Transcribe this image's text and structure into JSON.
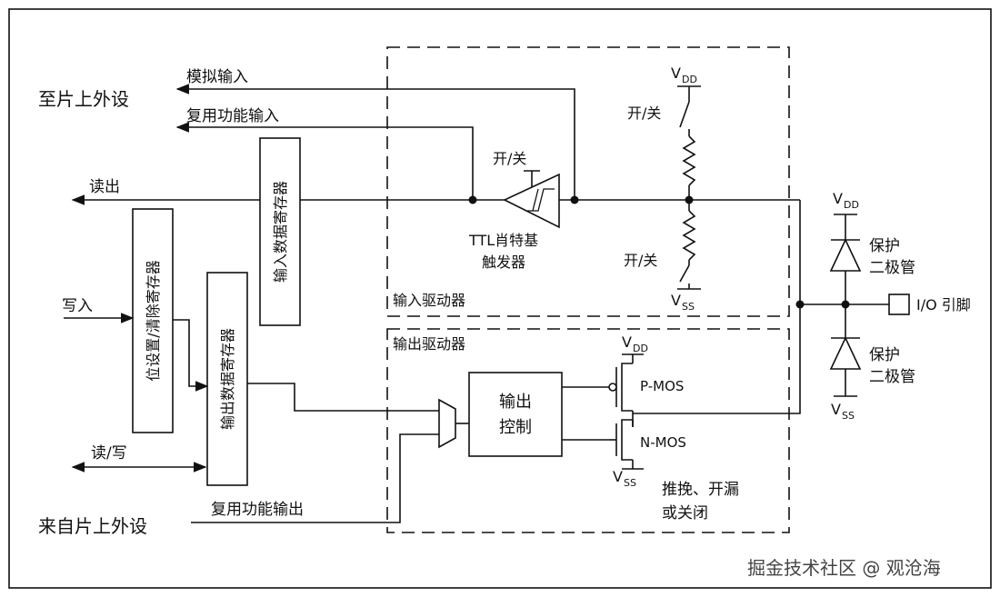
{
  "labels": {
    "to_peripheral": "至片上外设",
    "analog_input": "模拟输入",
    "alt_func_input": "复用功能输入",
    "read_out": "读出",
    "write_in": "写入",
    "read_write": "读/写",
    "from_peripheral": "来自片上外设",
    "alt_func_output": "复用功能输出",
    "input_data_register": "输入数据寄存器",
    "bit_set_reset_register": "位设置/清除寄存器",
    "output_data_register": "输出数据寄存器",
    "switch_top": "开/关",
    "ttl_schmitt_line1": "TTL肖特基",
    "ttl_schmitt_line2": "触发器",
    "switch_pullup": "开/关",
    "switch_pulldown": "开/关",
    "vdd": "V",
    "vdd_sub": "DD",
    "vss": "V",
    "vss_sub": "SS",
    "input_driver": "输入驱动器",
    "output_driver": "输出驱动器",
    "output_control_line1": "输出",
    "output_control_line2": "控制",
    "pmos": "P-MOS",
    "nmos": "N-MOS",
    "mode_line1": "推挽、开漏",
    "mode_line2": "或关闭",
    "protect_diode_top_line1": "保护",
    "protect_diode_top_line2": "二极管",
    "protect_diode_bottom_line1": "保护",
    "protect_diode_bottom_line2": "二极管",
    "io_pin": "I/O 引脚"
  },
  "watermark": "掘金技术社区 @ 观沧海"
}
